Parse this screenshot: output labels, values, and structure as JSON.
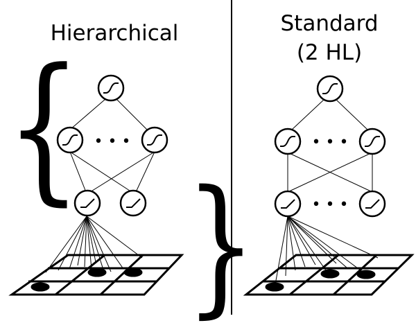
{
  "titles": {
    "left": "Hierarchical",
    "right_line1": "Standard",
    "right_line2": "(2 HL)"
  },
  "braces": {
    "left": "{",
    "right": "}"
  },
  "ellipsis": "• • •",
  "colors": {
    "stroke": "#000000",
    "background": "#ffffff"
  }
}
